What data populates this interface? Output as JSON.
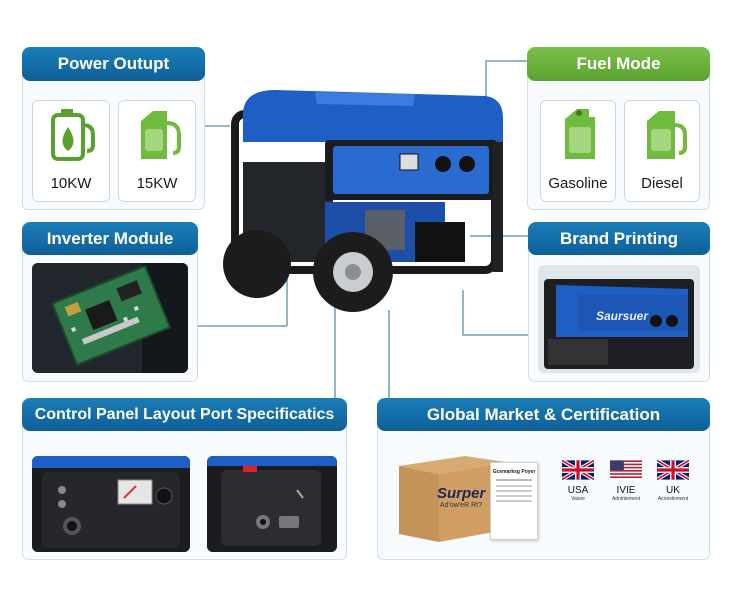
{
  "sections": {
    "power_output": {
      "title": "Power Outupt",
      "options": [
        {
          "label": "10KW",
          "icon": "fuel-can-leaf-icon"
        },
        {
          "label": "15KW",
          "icon": "fuel-can-icon"
        }
      ]
    },
    "fuel_mode": {
      "title": "Fuel Mode",
      "options": [
        {
          "label": "Gasoline",
          "icon": "gas-can-icon"
        },
        {
          "label": "Diesel",
          "icon": "diesel-can-icon"
        }
      ]
    },
    "inverter_module": {
      "title": "Inverter Module"
    },
    "brand_printing": {
      "title": "Brand Printing",
      "brand_text": "Saursuer"
    },
    "control_panel": {
      "title": "Control Panel Layout Port Specificatics"
    },
    "global_market": {
      "title": "Global Market & Certification",
      "box_brand": "Surper",
      "box_sub": "Ad'ow'eR Rt?",
      "doc_title": "Gcemarksg Poyer",
      "flags": [
        {
          "label": "USA",
          "sub": "Vaisre",
          "icon": "uk-flag-icon"
        },
        {
          "label": "IVIE",
          "sub": "Adnintement",
          "icon": "usa-flag-icon"
        },
        {
          "label": "UK",
          "sub": "Aconstioment",
          "icon": "uk-flag-icon"
        }
      ]
    }
  },
  "colors": {
    "blue_header": "#1176b4",
    "green_header": "#6ab33d",
    "generator_blue": "#1d5fc4"
  }
}
